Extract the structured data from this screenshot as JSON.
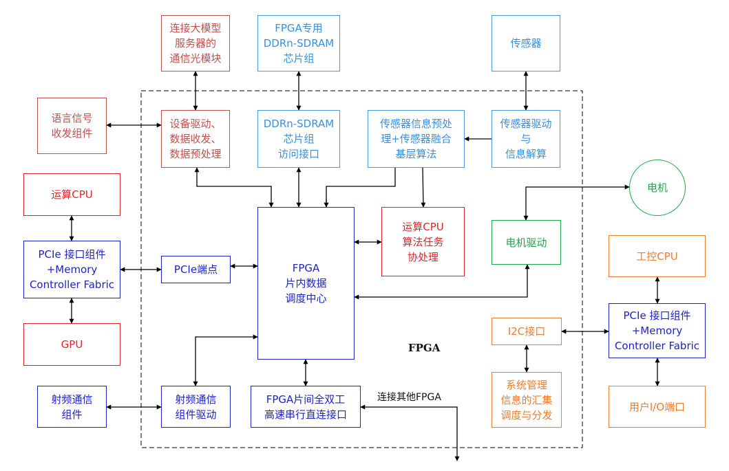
{
  "diagram": {
    "frame_label": "FPGA",
    "outside_text": "连接其他FPGA",
    "boxes": {
      "comm_module": [
        "连接大模型",
        "服务器的",
        "通信光模块"
      ],
      "fpga_ddr": [
        "FPGA专用",
        "DDRn-SDRAM",
        "芯片组"
      ],
      "sensor": [
        "传感器"
      ],
      "voice": [
        "语言信号",
        "收发组件"
      ],
      "device_driver": [
        "设备驱动、",
        "数据收发、",
        "数据预处理"
      ],
      "ddr_access": [
        "DDRn-SDRAM",
        "芯片组",
        "访问接口"
      ],
      "sensor_fusion": [
        "传感器信息预处",
        "理+传感器融合",
        "基层算法"
      ],
      "sensor_driver": [
        "传感器驱动",
        "与",
        "信息解算"
      ],
      "calc_cpu": [
        "运算CPU"
      ],
      "motor": [
        "电机"
      ],
      "pcie_left": [
        "PCIe 接口组件",
        "+Memory",
        "Controller Fabric"
      ],
      "pcie_endpoint": [
        "PCIe端点"
      ],
      "fpga_center": [
        "FPGA",
        "片内数据",
        "调度中心"
      ],
      "cpu_coproc": [
        "运算CPU",
        "算法任务",
        "协处理"
      ],
      "motor_driver": [
        "电机驱动"
      ],
      "industrial_cpu": [
        "工控CPU"
      ],
      "gpu": [
        "GPU"
      ],
      "i2c": [
        "I2C接口"
      ],
      "pcie_right": [
        "PCIe 接口组件",
        "+Memory",
        "Controller Fabric"
      ],
      "rf": [
        "射频通信",
        "组件"
      ],
      "rf_driver": [
        "射频通信",
        "组件驱动"
      ],
      "serial": [
        "FPGA片间全双工",
        "高速串行直连接口"
      ],
      "sys_mgmt": [
        "系统管理",
        "信息的汇集",
        "调度与分发"
      ],
      "user_io": [
        "用户I/O端口"
      ]
    }
  }
}
